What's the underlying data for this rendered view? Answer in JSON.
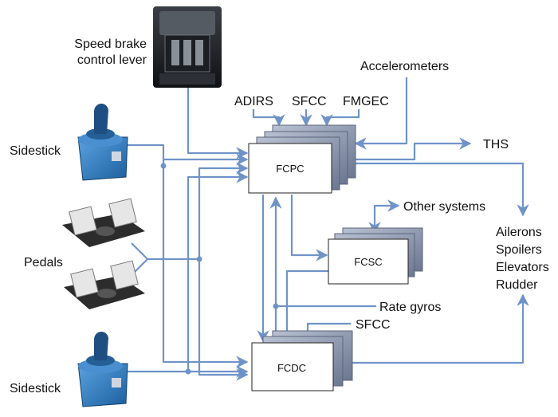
{
  "labels": {
    "speed_brake_line1": "Speed brake",
    "speed_brake_line2": "control lever",
    "accelerometers": "Accelerometers",
    "adirs": "ADIRS",
    "sfcc_top": "SFCC",
    "fmgec": "FMGEC",
    "ths": "THS",
    "sidestick_top": "Sidestick",
    "other_systems": "Other systems",
    "ailerons": "Ailerons",
    "spoilers": "Spoilers",
    "elevators": "Elevators",
    "rudder": "Rudder",
    "pedals": "Pedals",
    "rate_gyros": "Rate gyros",
    "sfcc_bottom": "SFCC",
    "sidestick_bottom": "Sidestick"
  },
  "boxes": {
    "fcpc": "FCPC",
    "fcsc": "FCSC",
    "fcdc": "FCDC"
  },
  "colors": {
    "arrow": "#6f93c8",
    "box_shadow": "#7d8aa3",
    "box_fill": "#ffffff"
  },
  "icons": [
    "speed-brake-lever-icon",
    "sidestick-icon",
    "pedals-icon"
  ]
}
